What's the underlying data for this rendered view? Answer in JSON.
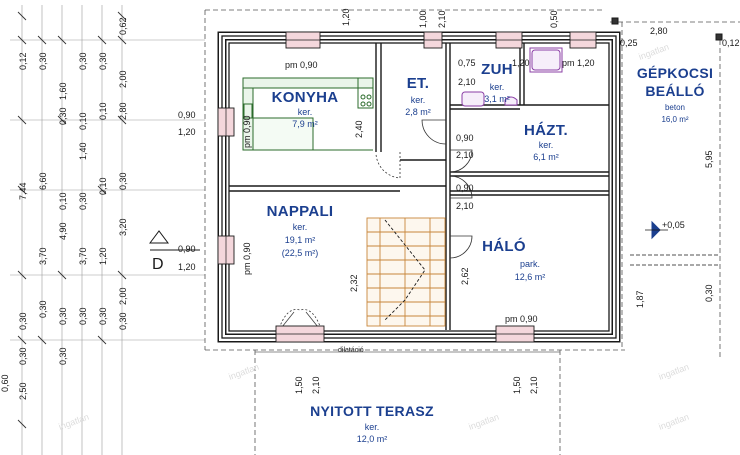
{
  "rooms": {
    "konyha": {
      "name": "KONYHA",
      "material": "ker.",
      "area": "7,9 m²"
    },
    "et": {
      "name": "ET.",
      "material": "ker.",
      "area": "2,8 m²"
    },
    "zuh": {
      "name": "ZUH",
      "material": "ker.",
      "area": "3,1 m²"
    },
    "hazt": {
      "name": "HÁZT.",
      "material": "ker.",
      "area": "6,1 m²"
    },
    "nappali": {
      "name": "NAPPALI",
      "material": "ker.",
      "area": "19,1 m²",
      "area_alt": "(22,5 m²)"
    },
    "halo": {
      "name": "HÁLÓ",
      "material": "park.",
      "area": "12,6 m²"
    },
    "terasz": {
      "name": "NYITOTT TERASZ",
      "material": "ker.",
      "area": "12,0 m²"
    },
    "garage": {
      "name_line1": "GÉPKOCSI",
      "name_line2": "BEÁLLÓ",
      "material": "beton",
      "area": "16,0 m²"
    }
  },
  "labels": {
    "pm_top1": "pm 0,90",
    "pm_top2": "pm 1,20",
    "pm_left": "pm 0,90",
    "pm_left2": "pm 0,90",
    "pm_bottom": "pm 0,90",
    "dilatacio": "dilatáció",
    "section_marker": "D",
    "elevation": "+0,05",
    "watermark": "ingatlan"
  },
  "dims": {
    "top_100": "1,00",
    "top_120": "1,20",
    "top_050": "0,50",
    "top_280": "2,80",
    "top_025": "0,25",
    "top_012": "0,12",
    "door_075": "0,75",
    "door_120": "1,20",
    "door_210": "2,10",
    "door_210b": "2,10",
    "l_090": "0,90",
    "l_120": "1,20",
    "l_090b": "0,90",
    "l_120b": "1,20",
    "mid_090": "0,90",
    "mid_210": "2,10",
    "mid_090b": "0,90",
    "mid_210b": "2,10",
    "v_240": "2,40",
    "v_232": "2,32",
    "v_262": "2,62",
    "v_595": "5,95",
    "v_187": "1,87",
    "v_030r": "0,30",
    "b_150": "1,50",
    "b_210": "2,10",
    "b_150b": "1,50",
    "b_210b": "2,10",
    "lc1": [
      "0,12",
      "0,30",
      "6,60",
      "4,90",
      "0,30",
      "0,30",
      "0,30",
      "2,50"
    ],
    "lc2": [
      "7,44",
      "0,10",
      "3,70"
    ],
    "lc3": [
      "0,30",
      "1,60",
      "1,40",
      "0,10",
      "0,30",
      "3,70",
      "0,30",
      "0,30"
    ],
    "lc4": [
      "0,30",
      "0,30",
      "0,10",
      "0,10",
      "0,30",
      "1,20",
      "0,30"
    ],
    "lc5": [
      "0,62",
      "2,00",
      "2,80",
      "0,30",
      "3,20",
      "0,30",
      "2,00",
      "0,30"
    ],
    "lc_bottom": [
      "0,60",
      "0,30"
    ]
  }
}
